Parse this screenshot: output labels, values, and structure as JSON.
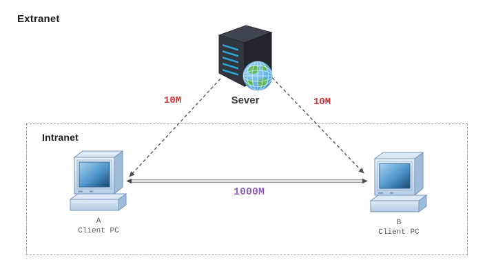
{
  "diagram": {
    "zones": {
      "extranet_label": "Extranet",
      "intranet_label": "Intranet"
    },
    "server": {
      "label": "Sever",
      "icon": "server-tower-with-globe-icon"
    },
    "links": {
      "server_to_a": {
        "speed": "10M",
        "style": "dashed-arrow",
        "color": "#cc3333"
      },
      "server_to_b": {
        "speed": "10M",
        "style": "dashed-arrow",
        "color": "#cc3333"
      },
      "a_to_b": {
        "speed": "1000M",
        "style": "double-line-double-arrow",
        "color": "#8d62b2"
      }
    },
    "clients": {
      "a": {
        "id": "A",
        "label": "Client PC",
        "icon": "desktop-pc-icon"
      },
      "b": {
        "id": "B",
        "label": "Client PC",
        "icon": "desktop-pc-icon"
      }
    }
  }
}
